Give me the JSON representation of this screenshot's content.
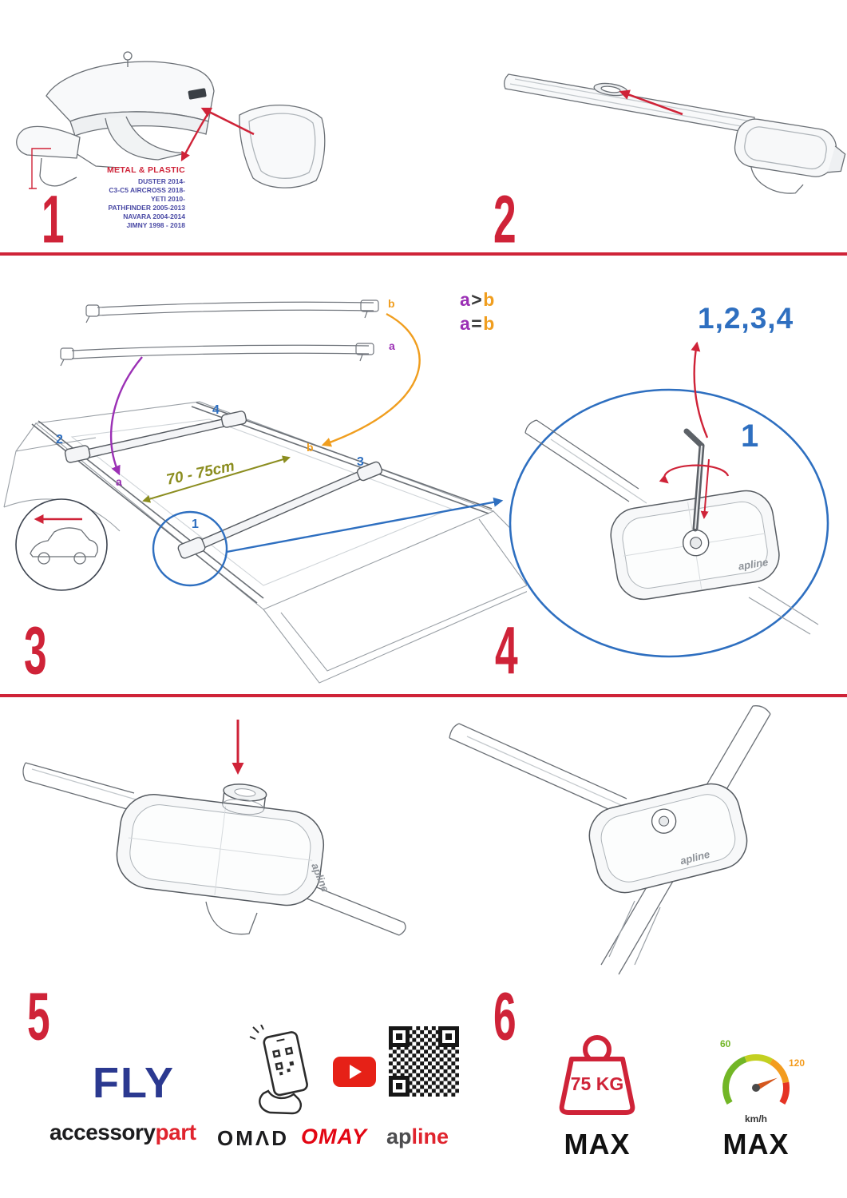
{
  "colors": {
    "accent_red": "#cf2338",
    "blue": "#2e6fc0",
    "navy": "#2b3990",
    "purple": "#9b30b5",
    "orange": "#f09e1f",
    "olive": "#8b8d1f",
    "list_blue": "#4a4aa5",
    "brand_red": "#e0242e",
    "youtube_red": "#e62117"
  },
  "step1": {
    "number": "1",
    "material_label": "METAL & PLASTIC",
    "vehicles": [
      "DUSTER 2014-",
      "C3-C5 AIRCROSS 2018-",
      "YETI 2010-",
      "PATHFINDER 2005-2013",
      "NAVARA 2004-2014",
      "JIMNY 1998 - 2018"
    ]
  },
  "step2": {
    "number": "2"
  },
  "step3": {
    "number": "3",
    "loose_bars": {
      "top_label": "b",
      "bottom_label": "a"
    },
    "comparisons": [
      {
        "left": "a",
        "op": ">",
        "right": "b"
      },
      {
        "left": "a",
        "op": "=",
        "right": "b"
      }
    ],
    "distance": "70 - 75cm",
    "positions": {
      "p1": "1",
      "p2": "2",
      "p3": "3",
      "p4": "4"
    },
    "rail_labels": {
      "front": "a",
      "rear": "b"
    }
  },
  "step4": {
    "number": "4",
    "sequence": "1,2,3,4",
    "callout": "1",
    "pad_logo": "apline"
  },
  "step5": {
    "number": "5",
    "pad_logo": "apline"
  },
  "step6": {
    "number": "6",
    "pad_logo": "apline"
  },
  "footer": {
    "product_name": "FLY",
    "brand_accessory": {
      "black": "accessory",
      "red": "part"
    },
    "brand_omad": "OMΛD",
    "brand_omay": "OMAY",
    "brand_apline": {
      "dark": "ap",
      "red": "line"
    },
    "weight_limit": {
      "value": "75 KG",
      "label": "MAX"
    },
    "speed_limit": {
      "tick_low": "60",
      "tick_high": "120",
      "unit": "km/h",
      "label": "MAX"
    }
  }
}
